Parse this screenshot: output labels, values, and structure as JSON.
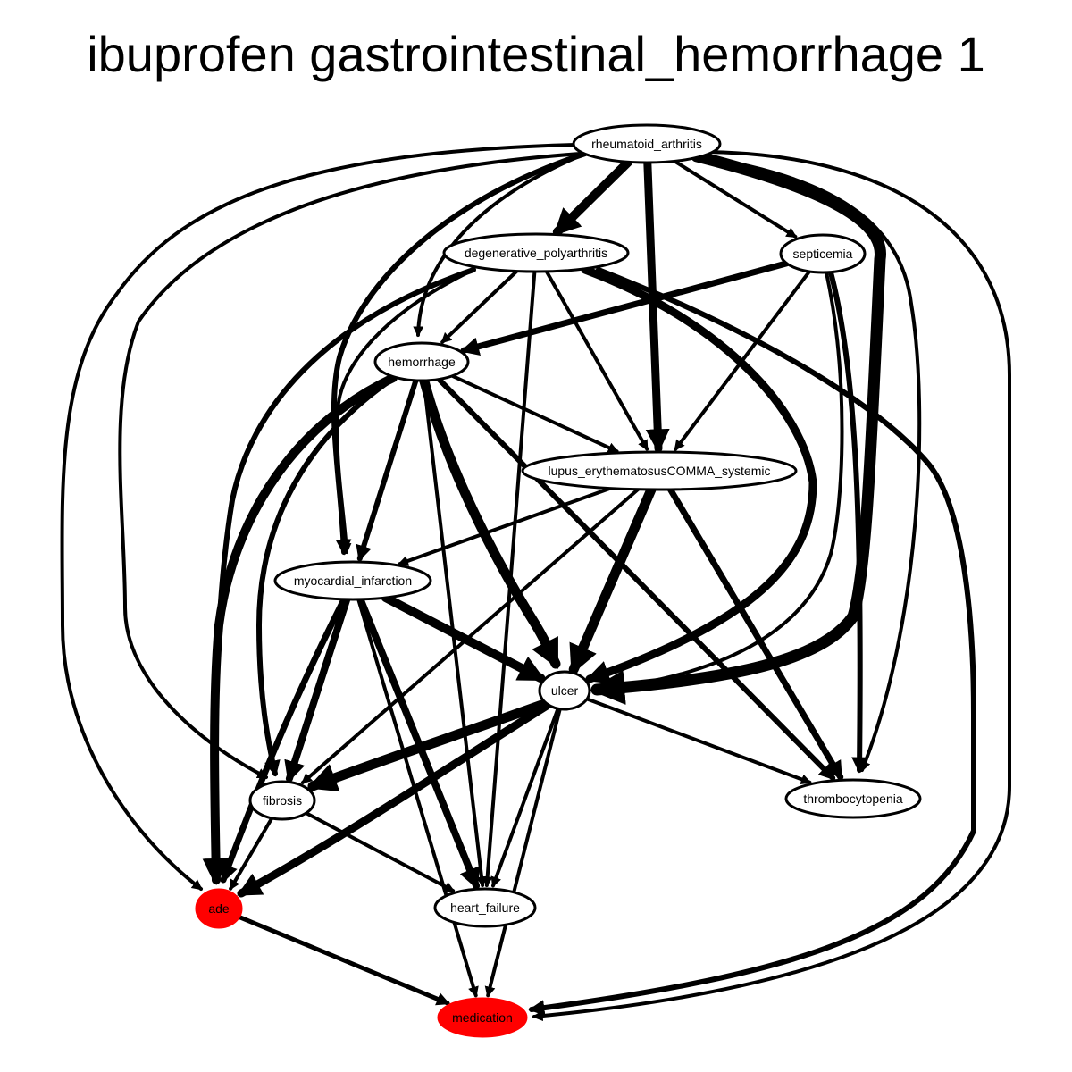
{
  "title": "ibuprofen gastrointestinal_hemorrhage 1",
  "colors": {
    "highlight": "#ff0000",
    "normal": "#ffffff",
    "stroke": "#000000"
  },
  "nodes": [
    {
      "id": "rheumatoid_arthritis",
      "label": "rheumatoid_arthritis",
      "highlight": false
    },
    {
      "id": "degenerative_polyarthritis",
      "label": "degenerative_polyarthritis",
      "highlight": false
    },
    {
      "id": "septicemia",
      "label": "septicemia",
      "highlight": false
    },
    {
      "id": "hemorrhage",
      "label": "hemorrhage",
      "highlight": false
    },
    {
      "id": "lupus",
      "label": "lupus_erythematosusCOMMA_systemic",
      "highlight": false
    },
    {
      "id": "myocardial_infarction",
      "label": "myocardial_infarction",
      "highlight": false
    },
    {
      "id": "ulcer",
      "label": "ulcer",
      "highlight": false
    },
    {
      "id": "fibrosis",
      "label": "fibrosis",
      "highlight": false
    },
    {
      "id": "thrombocytopenia",
      "label": "thrombocytopenia",
      "highlight": false
    },
    {
      "id": "ade",
      "label": "ade",
      "highlight": true
    },
    {
      "id": "heart_failure",
      "label": "heart_failure",
      "highlight": false
    },
    {
      "id": "medication",
      "label": "medication",
      "highlight": true
    }
  ],
  "edges": [
    {
      "from": "rheumatoid_arthritis",
      "to": "degenerative_polyarthritis",
      "weight": 10
    },
    {
      "from": "rheumatoid_arthritis",
      "to": "septicemia",
      "weight": 4
    },
    {
      "from": "rheumatoid_arthritis",
      "to": "lupus",
      "weight": 9
    },
    {
      "from": "rheumatoid_arthritis",
      "to": "hemorrhage",
      "weight": 4
    },
    {
      "from": "rheumatoid_arthritis",
      "to": "myocardial_infarction",
      "weight": 6
    },
    {
      "from": "rheumatoid_arthritis",
      "to": "ulcer",
      "weight": 13
    },
    {
      "from": "rheumatoid_arthritis",
      "to": "thrombocytopenia",
      "weight": 4
    },
    {
      "from": "rheumatoid_arthritis",
      "to": "fibrosis",
      "weight": 4
    },
    {
      "from": "rheumatoid_arthritis",
      "to": "ade",
      "weight": 4
    },
    {
      "from": "rheumatoid_arthritis",
      "to": "medication",
      "weight": 4
    },
    {
      "from": "degenerative_polyarthritis",
      "to": "hemorrhage",
      "weight": 4
    },
    {
      "from": "degenerative_polyarthritis",
      "to": "lupus",
      "weight": 4
    },
    {
      "from": "degenerative_polyarthritis",
      "to": "myocardial_infarction",
      "weight": 4
    },
    {
      "from": "degenerative_polyarthritis",
      "to": "heart_failure",
      "weight": 4
    },
    {
      "from": "degenerative_polyarthritis",
      "to": "ade",
      "weight": 6
    },
    {
      "from": "degenerative_polyarthritis",
      "to": "ulcer",
      "weight": 9
    },
    {
      "from": "degenerative_polyarthritis",
      "to": "medication",
      "weight": 6
    },
    {
      "from": "septicemia",
      "to": "hemorrhage",
      "weight": 7
    },
    {
      "from": "septicemia",
      "to": "lupus",
      "weight": 4
    },
    {
      "from": "septicemia",
      "to": "thrombocytopenia",
      "weight": 6
    },
    {
      "from": "septicemia",
      "to": "ulcer",
      "weight": 4
    },
    {
      "from": "hemorrhage",
      "to": "lupus",
      "weight": 4
    },
    {
      "from": "hemorrhage",
      "to": "myocardial_infarction",
      "weight": 6
    },
    {
      "from": "hemorrhage",
      "to": "ulcer",
      "weight": 11
    },
    {
      "from": "hemorrhage",
      "to": "heart_failure",
      "weight": 4
    },
    {
      "from": "hemorrhage",
      "to": "thrombocytopenia",
      "weight": 6
    },
    {
      "from": "hemorrhage",
      "to": "ade",
      "weight": 10
    },
    {
      "from": "hemorrhage",
      "to": "fibrosis",
      "weight": 6
    },
    {
      "from": "lupus",
      "to": "myocardial_infarction",
      "weight": 4
    },
    {
      "from": "lupus",
      "to": "ulcer",
      "weight": 11
    },
    {
      "from": "lupus",
      "to": "thrombocytopenia",
      "weight": 7
    },
    {
      "from": "lupus",
      "to": "fibrosis",
      "weight": 4
    },
    {
      "from": "myocardial_infarction",
      "to": "ulcer",
      "weight": 10
    },
    {
      "from": "myocardial_infarction",
      "to": "fibrosis",
      "weight": 8
    },
    {
      "from": "myocardial_infarction",
      "to": "heart_failure",
      "weight": 8
    },
    {
      "from": "myocardial_infarction",
      "to": "ade",
      "weight": 7
    },
    {
      "from": "myocardial_infarction",
      "to": "medication",
      "weight": 4
    },
    {
      "from": "ulcer",
      "to": "fibrosis",
      "weight": 11
    },
    {
      "from": "ulcer",
      "to": "ade",
      "weight": 9
    },
    {
      "from": "ulcer",
      "to": "heart_failure",
      "weight": 4
    },
    {
      "from": "ulcer",
      "to": "thrombocytopenia",
      "weight": 4
    },
    {
      "from": "ulcer",
      "to": "medication",
      "weight": 4
    },
    {
      "from": "fibrosis",
      "to": "ade",
      "weight": 4
    },
    {
      "from": "fibrosis",
      "to": "heart_failure",
      "weight": 4
    },
    {
      "from": "ade",
      "to": "medication",
      "weight": 5
    }
  ]
}
